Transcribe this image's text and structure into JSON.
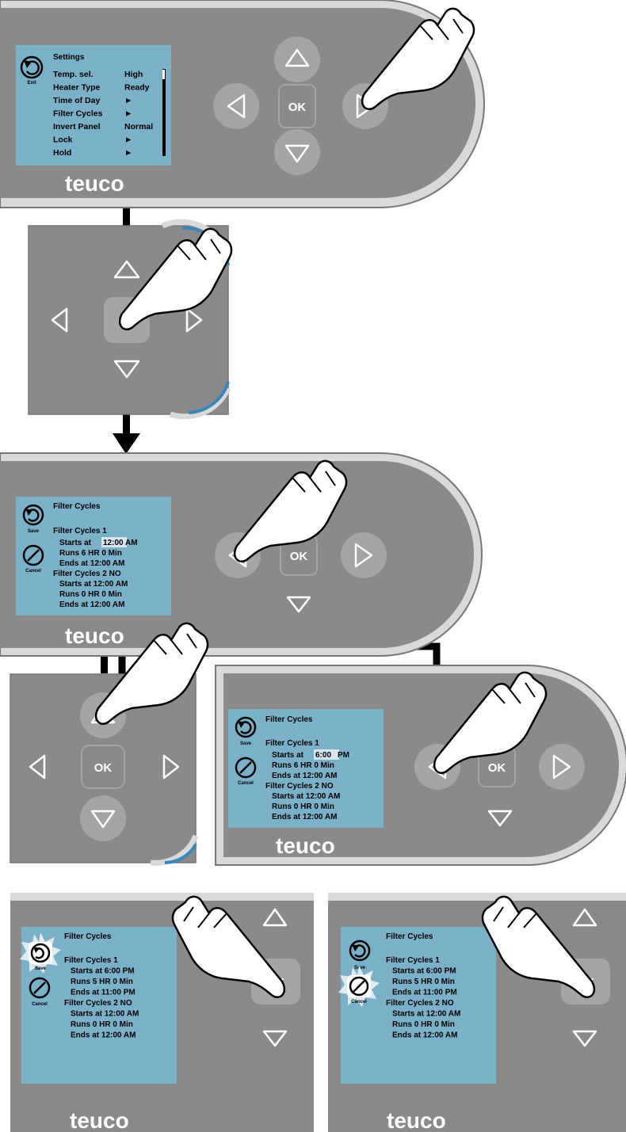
{
  "colors": {
    "panel": "#8a8a8d",
    "panel_rim": "#d9d9d9",
    "panel_outline": "#777777",
    "lcd": "#7ab0c8",
    "button": "#a4a4a7",
    "accent_stripe": "#3a86b8",
    "arrow": "#000000"
  },
  "brand": "teuco",
  "ok_label": "OK",
  "step1": {
    "title": "Settings",
    "exit_label": "Exit",
    "rows": [
      {
        "label": "Temp. sel.",
        "value": "High"
      },
      {
        "label": "Heater Type",
        "value": "Ready"
      },
      {
        "label": "Time of Day",
        "value": "►"
      },
      {
        "label": "Filter Cycles",
        "value": "►"
      },
      {
        "label": "Invert Panel",
        "value": "Normal"
      },
      {
        "label": "Lock",
        "value": "►"
      },
      {
        "label": "Hold",
        "value": "►"
      }
    ]
  },
  "step3": {
    "title": "Filter Cycles",
    "save_label": "Save",
    "cancel_label": "Cancel",
    "lines": [
      "Filter Cycles 1",
      "Starts at ",
      "12:00",
      " AM",
      "Runs 6 HR 0 Min",
      "Ends at 12:00 AM",
      "Filter Cycles 2 NO",
      "Starts at 12:00 AM",
      "Runs 0 HR 0 Min",
      "Ends at 12:00 AM"
    ]
  },
  "step5": {
    "title": "Filter Cycles",
    "save_label": "Save",
    "cancel_label": "Cancel",
    "lines": [
      "Filter Cycles 1",
      "Starts at ",
      "6:00",
      " PM",
      "Runs 6 HR 0 Min",
      "Ends at 12:00 AM",
      "Filter Cycles 2 NO",
      "Starts at 12:00 AM",
      "Runs 0 HR 0 Min",
      "Ends at 12:00 AM"
    ]
  },
  "step6a": {
    "title": "Filter Cycles",
    "save_label": "Save",
    "cancel_label": "Cancel",
    "lines": [
      "Filter Cycles 1",
      "Starts at 6:00 PM",
      "Runs 5 HR 0 Min",
      "Ends at 11:00 PM",
      "Filter Cycles 2 NO",
      "Starts at 12:00 AM",
      "Runs 0 HR 0 Min",
      "Ends at 12:00 AM"
    ]
  },
  "step6b": {
    "title": "Filter Cycles",
    "save_label": "Save",
    "cancel_label": "Cancel",
    "lines": [
      "Filter Cycles 1",
      "Starts at 6:00 PM",
      "Runs 5 HR 0 Min",
      "Ends at 11:00 PM",
      "Filter Cycles 2 NO",
      "Starts at 12:00 AM",
      "Runs 0 HR 0 Min",
      "Ends at 12:00 AM"
    ]
  }
}
